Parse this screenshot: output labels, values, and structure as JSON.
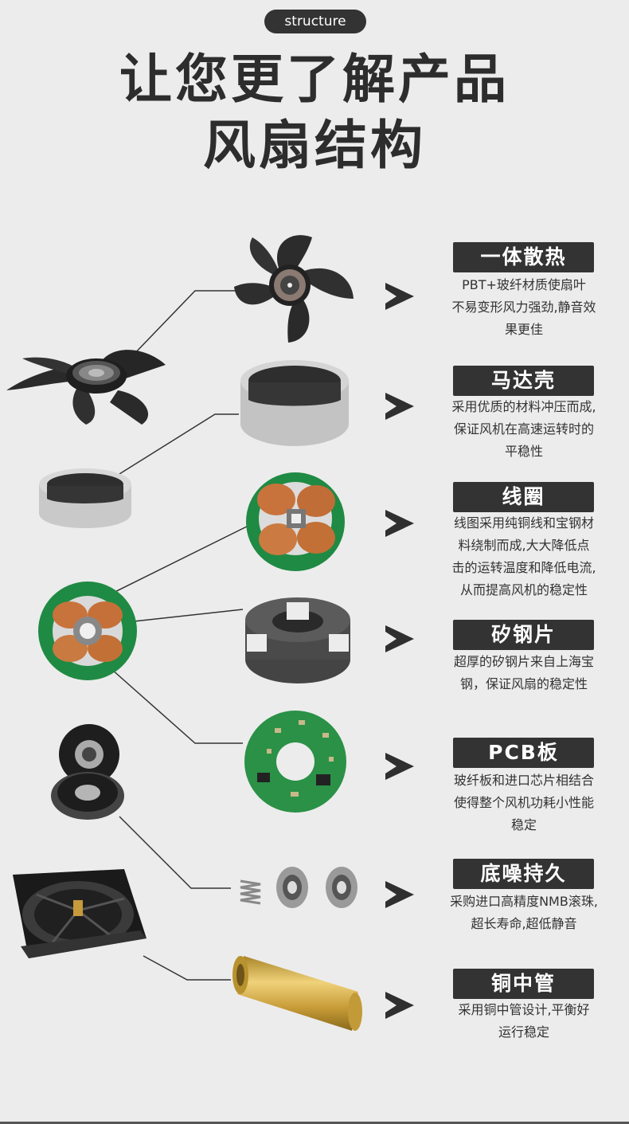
{
  "header": {
    "pill": "structure",
    "title_line1": "让您更了解产品",
    "title_line2": "风扇结构"
  },
  "items": [
    {
      "label": "一体散热",
      "lines": [
        "PBT+玻纤材质使扇叶",
        "不易变形风力强劲,静音效",
        "果更佳"
      ]
    },
    {
      "label": "马达壳",
      "lines": [
        "采用优质的材料冲压而成,",
        "保证风机在高速运转时的",
        "平稳性"
      ]
    },
    {
      "label": "线圈",
      "lines": [
        "线图采用纯铜线和宝钢材",
        "料绕制而成,大大降低点",
        "击的运转温度和降低电流,",
        "从而提高风机的稳定性"
      ]
    },
    {
      "label": "矽钢片",
      "lines": [
        "超厚的矽钢片来自上海宝",
        "钢，保证风扇的稳定性"
      ]
    },
    {
      "label": "PCB板",
      "lines": [
        "玻纤板和进口芯片相结合",
        "使得整个风机功耗小性能",
        "稳定"
      ]
    },
    {
      "label": "底噪持久",
      "lines": [
        "采购进口高精度NMB滚珠,",
        "超长寿命,超低静音"
      ]
    },
    {
      "label": "铜中管",
      "lines": [
        "采用铜中管设计,平衡好",
        "运行稳定"
      ]
    }
  ]
}
